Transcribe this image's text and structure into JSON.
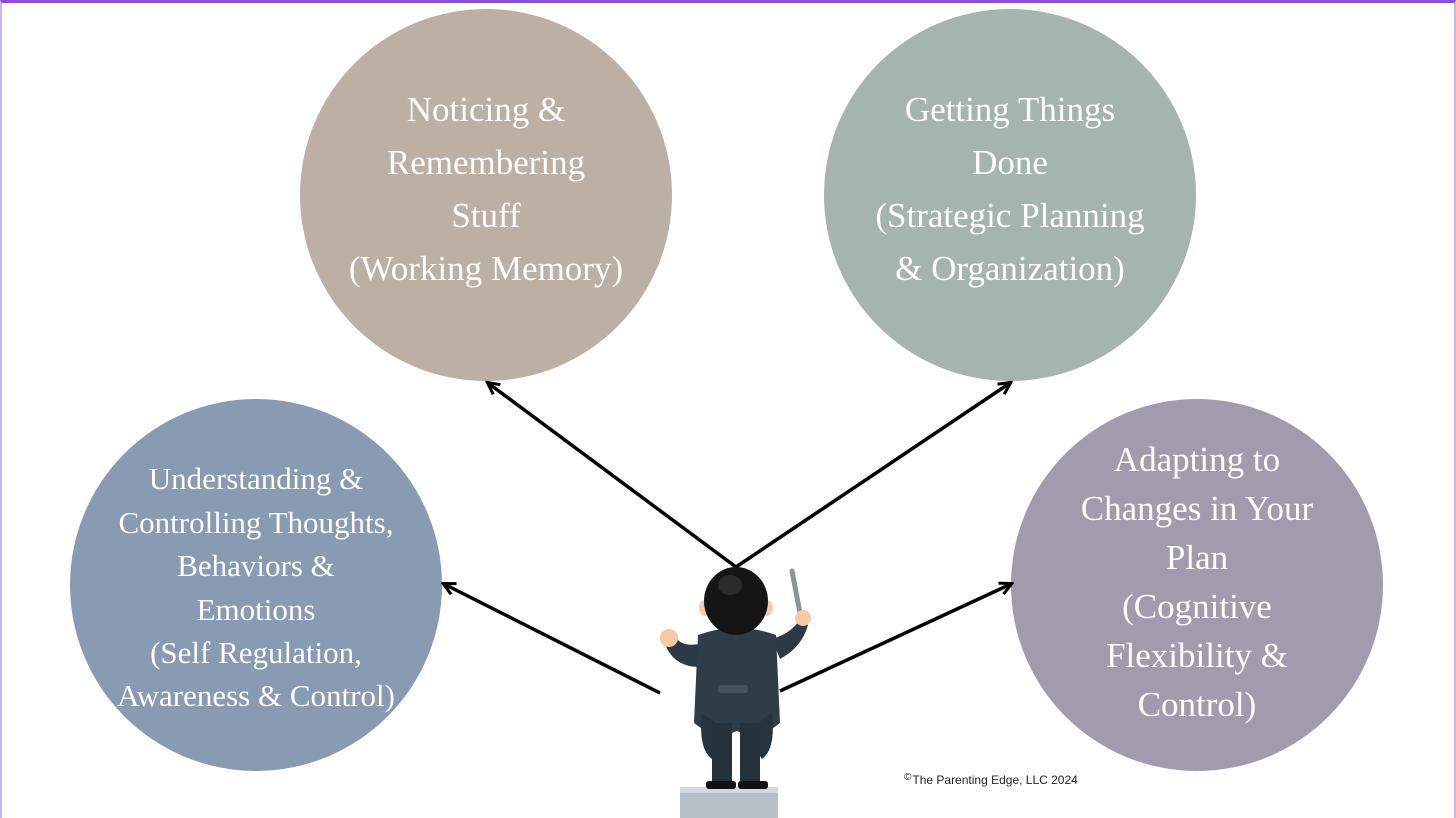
{
  "colors": {
    "memory": "#bcafa3",
    "planning": "#a5b4ae",
    "regulation": "#889bb3",
    "flexibility": "#a19cad",
    "arrow": "#000000"
  },
  "nodes": {
    "memory": {
      "text": "Noticing &\nRemembering\nStuff\n(Working Memory)"
    },
    "planning": {
      "text": "Getting Things\nDone\n(Strategic Planning\n& Organization)"
    },
    "regulation": {
      "text": "Understanding &\nControlling Thoughts,\nBehaviors &\nEmotions\n(Self Regulation,\nAwareness & Control)"
    },
    "flexibility": {
      "text": "Adapting to\nChanges in Your\nPlan\n(Cognitive\nFlexibility &\nControl)"
    }
  },
  "center_icon": "orchestra-conductor-icon",
  "footer": {
    "copyright_symbol": "©",
    "copyright_text": "The Parenting Edge, LLC 2024"
  }
}
